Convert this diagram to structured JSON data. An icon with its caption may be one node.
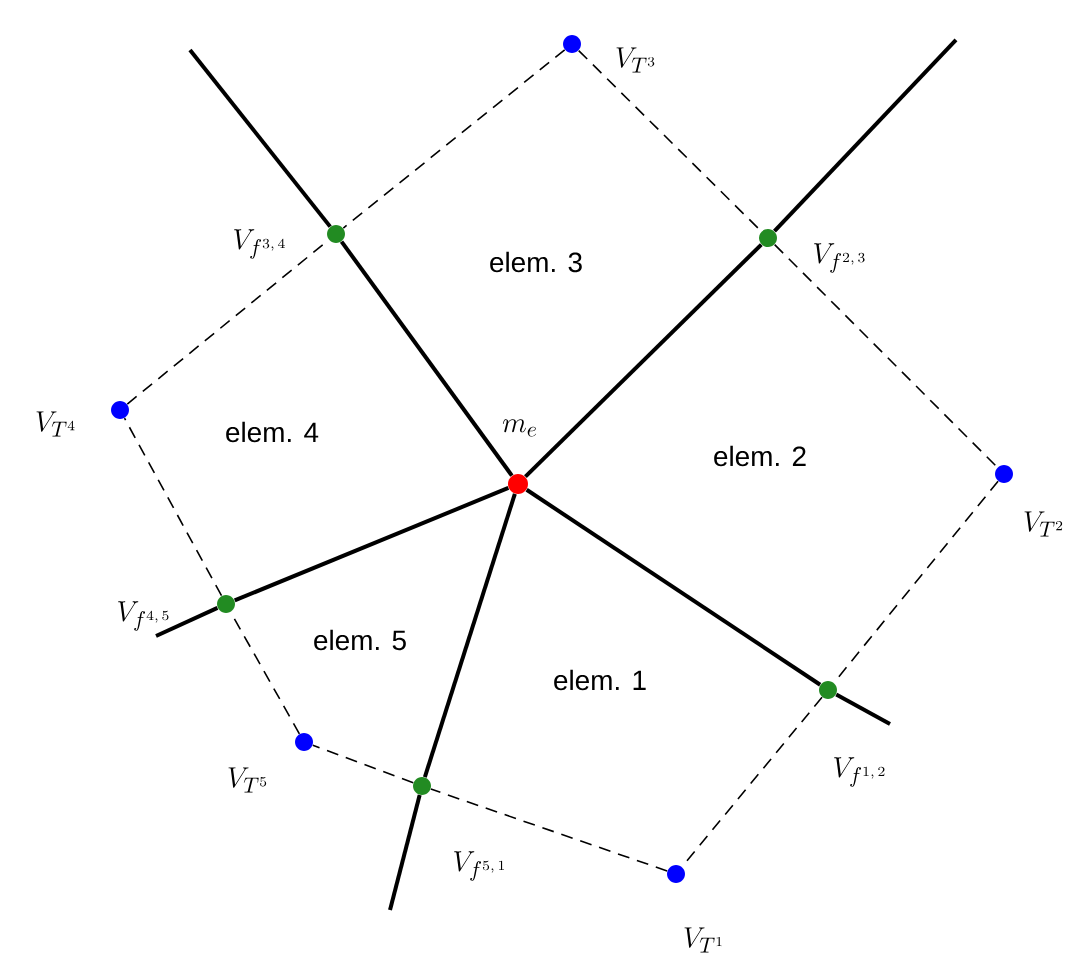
{
  "diagram": {
    "nodes": [
      {
        "text": [],
        "shape": "circle",
        "beside": [
          "V_{T^{3}}"
        ]
      },
      {
        "text": [],
        "shape": "circle",
        "beside": [
          "V_{f^{3,\\,4}}"
        ]
      },
      {
        "text": [],
        "shape": "circle",
        "beside": [
          "V_{f^{2,\\,3}}"
        ]
      },
      {
        "text": [],
        "shape": "circle",
        "beside": [
          "V_{T^{4}}"
        ]
      },
      {
        "text": [],
        "shape": "circle",
        "beside": [
          "m_{e}"
        ]
      },
      {
        "text": [],
        "shape": "circle",
        "beside": [
          "V_{T^{2}}"
        ]
      },
      {
        "text": [],
        "shape": "circle",
        "beside": [
          "V_{f^{4,\\,5}}"
        ]
      },
      {
        "text": [],
        "shape": "circle",
        "beside": [
          "V_{f^{1,\\,2}}"
        ]
      },
      {
        "text": [],
        "shape": "circle",
        "beside": [
          "V_{T^{5}}"
        ]
      },
      {
        "text": [],
        "shape": "circle",
        "beside": [
          "V_{f^{5,\\,1}}"
        ]
      },
      {
        "text": [],
        "shape": "circle",
        "beside": [
          "V_{T^{1}}"
        ]
      }
    ],
    "edges": [
      {
        "from": 4,
        "to": 1,
        "arrow": "none"
      },
      {
        "from": 4,
        "to": 2,
        "arrow": "none"
      },
      {
        "from": 4,
        "to": 6,
        "arrow": "none"
      },
      {
        "from": 4,
        "to": 9,
        "arrow": "none"
      },
      {
        "from": 4,
        "to": 7,
        "arrow": "none"
      },
      {
        "from": 0,
        "to": 1,
        "arrow": "none",
        "style": "dashed"
      },
      {
        "from": 0,
        "to": 2,
        "arrow": "none",
        "style": "dashed"
      },
      {
        "from": 2,
        "to": 5,
        "arrow": "none",
        "style": "dashed"
      },
      {
        "from": 5,
        "to": 7,
        "arrow": "none",
        "style": "dashed"
      },
      {
        "from": 7,
        "to": 10,
        "arrow": "none",
        "style": "dashed"
      },
      {
        "from": 10,
        "to": 9,
        "arrow": "none",
        "style": "dashed"
      },
      {
        "from": 9,
        "to": 8,
        "arrow": "none",
        "style": "dashed"
      },
      {
        "from": 8,
        "to": 6,
        "arrow": "none",
        "style": "dashed"
      },
      {
        "from": 6,
        "to": 3,
        "arrow": "none",
        "style": "dashed"
      },
      {
        "from": 3,
        "to": 1,
        "arrow": "none",
        "style": "dashed"
      }
    ],
    "labels": [
      "elem. 3",
      "elem. 4",
      "elem. 2",
      "elem. 5",
      "elem. 1"
    ]
  }
}
